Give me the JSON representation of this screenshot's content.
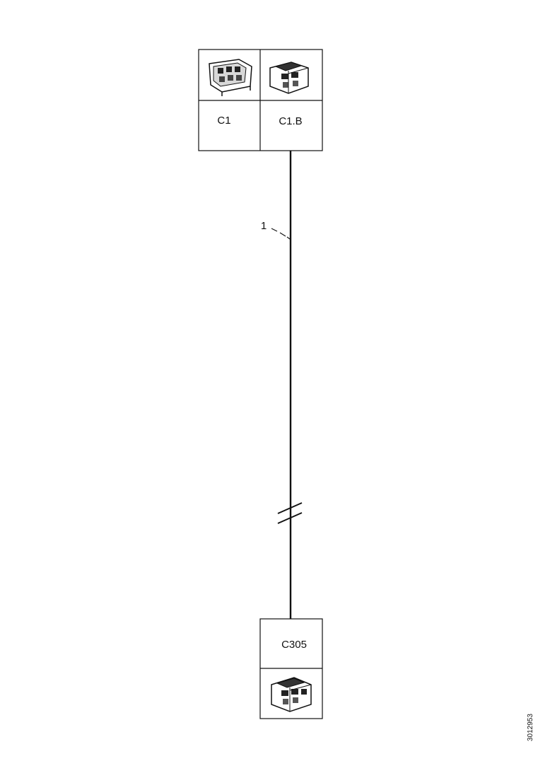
{
  "connectors": {
    "top_left": {
      "label": "C1",
      "icon": "connector-housing-icon"
    },
    "top_right": {
      "label": "C1.B",
      "icon": "connector-plug-icon"
    },
    "bottom": {
      "label": "C305",
      "icon": "connector-plug-icon"
    }
  },
  "wire": {
    "number": "1"
  },
  "figure_id": "3012953"
}
